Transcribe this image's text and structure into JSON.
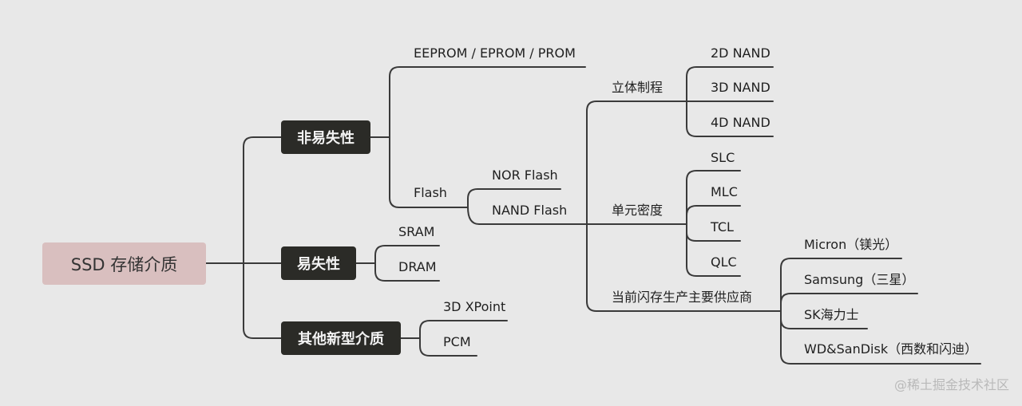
{
  "root": "SSD 存储介质",
  "branches": {
    "nonvolatile": "非易失性",
    "volatile": "易失性",
    "new_media": "其他新型介质"
  },
  "nonvolatile_children": {
    "eeprom": "EEPROM / EPROM / PROM",
    "flash": "Flash"
  },
  "flash_children": {
    "nor": "NOR Flash",
    "nand": "NAND Flash"
  },
  "nand_children": {
    "stereo": "立体制程",
    "density": "单元密度",
    "vendors": "当前闪存生产主要供应商"
  },
  "stereo_items": [
    "2D NAND",
    "3D NAND",
    "4D NAND"
  ],
  "density_items": [
    "SLC",
    "MLC",
    "TCL",
    "QLC"
  ],
  "vendor_items": [
    "Micron（镁光）",
    "Samsung（三星）",
    "SK海力士",
    "WD&SanDisk（西数和闪迪）"
  ],
  "volatile_items": [
    "SRAM",
    "DRAM"
  ],
  "new_media_items": [
    "3D XPoint",
    "PCM"
  ],
  "watermark": "@稀土掘金技术社区"
}
